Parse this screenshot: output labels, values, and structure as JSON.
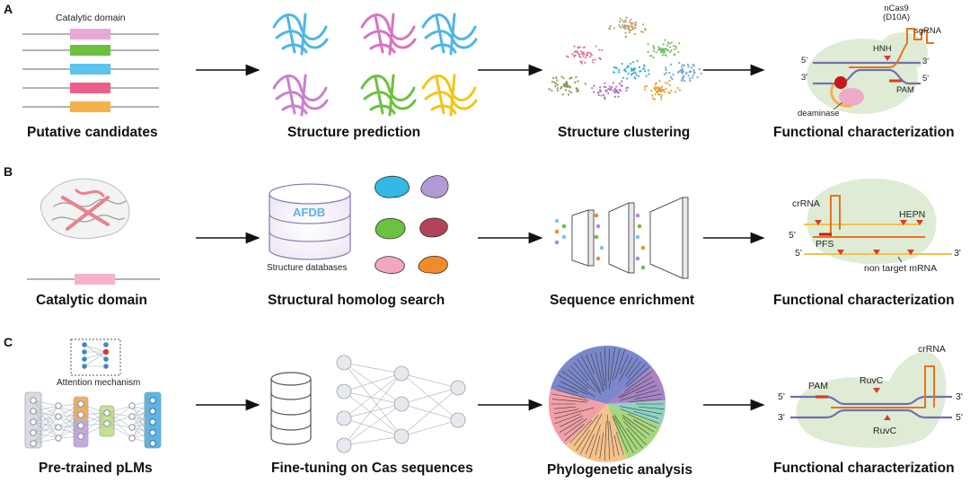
{
  "panels": {
    "a": {
      "letter": "A",
      "steps": [
        "Putative candidates",
        "Structure prediction",
        "Structure clustering",
        "Functional characterization"
      ],
      "catalytic_domain": "Catalytic domain",
      "diagram": {
        "ncas9_line1": "nCas9",
        "ncas9_line2": "(D10A)",
        "sgrna": "sgRNA",
        "hnh": "HNH",
        "five_prime_top": "5'",
        "three_prime_top": "3'",
        "three_prime_bottom": "3'",
        "five_prime_bottom": "5'",
        "pam": "PAM",
        "deaminase": "deaminase"
      }
    },
    "b": {
      "letter": "B",
      "steps": [
        "Catalytic domain",
        "Structural homolog search",
        "Sequence enrichment",
        "Functional characterization"
      ],
      "afdb": "AFDB",
      "structure_databases": "Structure databases",
      "diagram": {
        "crrna": "crRNA",
        "hepn": "HEPN",
        "five_prime_top": "5'",
        "pfs": "PFS",
        "five_prime_bottom": "5'",
        "three_prime_bottom": "3'",
        "non_target": "non target mRNA"
      }
    },
    "c": {
      "letter": "C",
      "steps": [
        "Pre-trained pLMs",
        "Fine-tuning on Cas sequences",
        "Phylogenetic analysis",
        "Functional characterization"
      ],
      "attention": "Attention mechanism",
      "diagram": {
        "crrna": "crRNA",
        "pam": "PAM",
        "ruvc_top": "RuvC",
        "ruvc_bottom": "RuvC",
        "five_prime_top": "5'",
        "three_prime_top": "3'",
        "three_prime_bottom": "3'",
        "five_prime_bottom": "5'"
      }
    }
  },
  "colors": {
    "pink": "#e8a8d6",
    "green": "#6cc13f",
    "blue": "#5bc3ec",
    "red": "#ec5f8a",
    "orange": "#f5b14a",
    "strand_purple": "#6f6fae",
    "rna_orange": "#e8731a",
    "pam_red": "#d93a2b",
    "cloud": "#dfecd5",
    "arrow": "#111111"
  }
}
